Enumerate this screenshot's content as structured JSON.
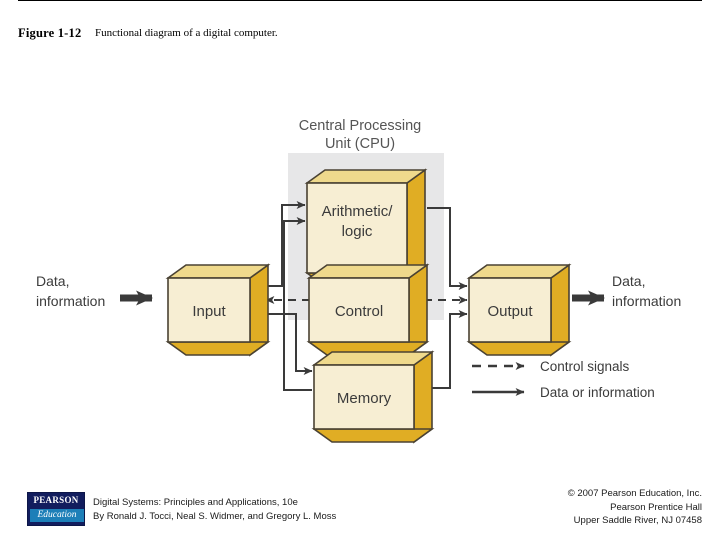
{
  "header": {
    "figure_label": "Figure 1-12",
    "caption": "Functional diagram of a digital computer."
  },
  "diagram": {
    "cpu_title_line1": "Central Processing",
    "cpu_title_line2": "Unit (CPU)",
    "boxes": {
      "alu_line1": "Arithmetic/",
      "alu_line2": "logic",
      "control": "Control",
      "memory": "Memory",
      "input": "Input",
      "output": "Output"
    },
    "left_label_line1": "Data,",
    "left_label_line2": "information",
    "right_label_line1": "Data,",
    "right_label_line2": "information",
    "legend": {
      "control_signals": "Control signals",
      "data_information": "Data or information"
    },
    "colors": {
      "box_face": "#f7eed3",
      "box_side": "#e0ad24",
      "box_top": "#efd98c",
      "box_outline": "#4a4233",
      "cpu_region": "#e7e7e8",
      "arrow": "#3a3a3a",
      "text": "#3b3b3b"
    }
  },
  "footer": {
    "logo_top": "PEARSON",
    "logo_bottom": "Education",
    "book_title": "Digital Systems: Principles and Applications, 10e",
    "book_authors": "By Ronald J. Tocci, Neal S. Widmer, and Gregory L. Moss",
    "copyright_line1": "© 2007 Pearson Education, Inc.",
    "copyright_line2": "Pearson Prentice Hall",
    "copyright_line3": "Upper Saddle River, NJ 07458"
  }
}
